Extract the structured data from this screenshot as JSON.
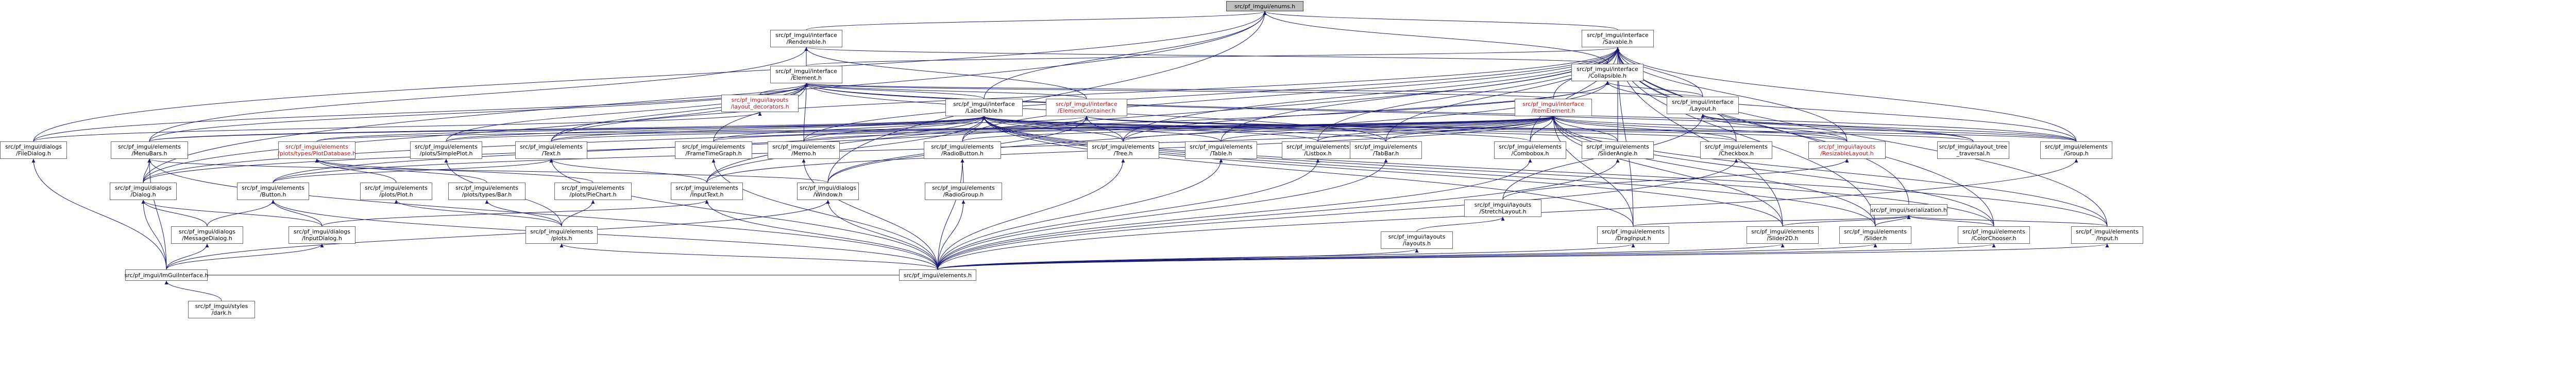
{
  "graph": {
    "root": "src/pf_imgui/enums.h",
    "edge_color": "#191970",
    "link_color": "#c0161f",
    "root_fill": "#bfbfbf",
    "nodes": [
      {
        "id": "enums",
        "label": "src/pf_imgui/enums.h",
        "root": true
      },
      {
        "id": "renderable",
        "label": "src/pf_imgui/interface\n/Renderable.h"
      },
      {
        "id": "savable",
        "label": "src/pf_imgui/interface\n/Savable.h"
      },
      {
        "id": "element",
        "label": "src/pf_imgui/interface\n/Element.h"
      },
      {
        "id": "collapsible",
        "label": "src/pf_imgui/interface\n/Collapsible.h"
      },
      {
        "id": "iface_layout",
        "label": "src/pf_imgui/interface\n/Layout.h"
      },
      {
        "id": "labeltable",
        "label": "src/pf_imgui/interface\n/LabelTable.h"
      },
      {
        "id": "layout_decorators",
        "label": "src/pf_imgui/layouts\n/layout_decorators.h",
        "link": true
      },
      {
        "id": "element_container",
        "label": "src/pf_imgui/interface\n/ElementContainer.h",
        "link": true
      },
      {
        "id": "item_element",
        "label": "src/pf_imgui/interface\n/ItemElement.h",
        "link": true
      },
      {
        "id": "filedialog",
        "label": "src/pf_imgui/dialogs\n/FileDialog.h"
      },
      {
        "id": "menubars",
        "label": "src/pf_imgui/elements\n/MenuBars.h"
      },
      {
        "id": "plotdatabase",
        "label": "src/pf_imgui/elements\n/plots/types/PlotDatabase.h",
        "link": true
      },
      {
        "id": "simpleplot",
        "label": "src/pf_imgui/elements\n/plots/SimplePlot.h"
      },
      {
        "id": "text",
        "label": "src/pf_imgui/elements\n/Text.h"
      },
      {
        "id": "frametime",
        "label": "src/pf_imgui/elements\n/FrameTimeGraph.h"
      },
      {
        "id": "memo",
        "label": "src/pf_imgui/elements\n/Memo.h"
      },
      {
        "id": "radiobutton",
        "label": "src/pf_imgui/elements\n/RadioButton.h"
      },
      {
        "id": "tree",
        "label": "src/pf_imgui/elements\n/Tree.h"
      },
      {
        "id": "table",
        "label": "src/pf_imgui/elements\n/Table.h"
      },
      {
        "id": "listbox",
        "label": "src/pf_imgui/elements\n/Listbox.h"
      },
      {
        "id": "tabbar",
        "label": "src/pf_imgui/elements\n/TabBar.h"
      },
      {
        "id": "combobox",
        "label": "src/pf_imgui/elements\n/Combobox.h"
      },
      {
        "id": "sliderangle",
        "label": "src/pf_imgui/elements\n/SliderAngle.h"
      },
      {
        "id": "checkbox",
        "label": "src/pf_imgui/elements\n/Checkbox.h"
      },
      {
        "id": "resizable_layout",
        "label": "src/pf_imgui/layouts\n/ResizableLayout.h",
        "link": true
      },
      {
        "id": "layout_tree",
        "label": "src/pf_imgui/layout_tree\n_traversal.h"
      },
      {
        "id": "group",
        "label": "src/pf_imgui/elements\n/Group.h"
      },
      {
        "id": "dialog",
        "label": "src/pf_imgui/dialogs\n/Dialog.h"
      },
      {
        "id": "button",
        "label": "src/pf_imgui/elements\n/Button.h"
      },
      {
        "id": "plotplot",
        "label": "src/pf_imgui/elements\n/plots/Plot.h"
      },
      {
        "id": "plottypesbar",
        "label": "src/pf_imgui/elements\n/plots/types/Bar.h"
      },
      {
        "id": "piechart",
        "label": "src/pf_imgui/elements\n/plots/PieChart.h"
      },
      {
        "id": "inputtext",
        "label": "src/pf_imgui/elements\n/InputText.h"
      },
      {
        "id": "window",
        "label": "src/pf_imgui/dialogs\n/Window.h"
      },
      {
        "id": "radiogroup",
        "label": "src/pf_imgui/elements\n/RadioGroup.h"
      },
      {
        "id": "stretchlayout",
        "label": "src/pf_imgui/layouts\n/StretchLayout.h"
      },
      {
        "id": "serialization",
        "label": "src/pf_imgui/serialization.h"
      },
      {
        "id": "messagedialog",
        "label": "src/pf_imgui/dialogs\n/MessageDialog.h"
      },
      {
        "id": "inputdialog",
        "label": "src/pf_imgui/dialogs\n/InputDialog.h"
      },
      {
        "id": "plots",
        "label": "src/pf_imgui/elements\n/plots.h"
      },
      {
        "id": "layouts_h",
        "label": "src/pf_imgui/layouts\n/layouts.h"
      },
      {
        "id": "dragginput",
        "label": "src/pf_imgui/elements\n/DragInput.h"
      },
      {
        "id": "slider2d",
        "label": "src/pf_imgui/elements\n/Slider2D.h"
      },
      {
        "id": "slider",
        "label": "src/pf_imgui/elements\n/Slider.h"
      },
      {
        "id": "colorchooser",
        "label": "src/pf_imgui/elements\n/ColorChooser.h"
      },
      {
        "id": "input",
        "label": "src/pf_imgui/elements\n/Input.h"
      },
      {
        "id": "imguiinterface",
        "label": "src/pf_imgui/ImGuiInterface.h"
      },
      {
        "id": "elements_h",
        "label": "src/pf_imgui/elements.h"
      },
      {
        "id": "styles_dark",
        "label": "src/pf_imgui/styles\n/dark.h"
      }
    ],
    "edges": [
      [
        "renderable",
        "enums"
      ],
      [
        "savable",
        "enums"
      ],
      [
        "labeltable",
        "enums"
      ],
      [
        "collapsible",
        "enums"
      ],
      [
        "window",
        "enums"
      ],
      [
        "filedialog",
        "enums"
      ],
      [
        "dialog",
        "enums"
      ],
      [
        "element",
        "renderable"
      ],
      [
        "collapsible",
        "renderable"
      ],
      [
        "menubars",
        "renderable"
      ],
      [
        "element_container",
        "renderable"
      ],
      [
        "element",
        "savable"
      ],
      [
        "collapsible",
        "savable"
      ],
      [
        "iface_layout",
        "savable"
      ],
      [
        "item_element",
        "savable"
      ],
      [
        "tabbar",
        "savable"
      ],
      [
        "combobox",
        "savable"
      ],
      [
        "sliderangle",
        "savable"
      ],
      [
        "checkbox",
        "savable"
      ],
      [
        "group",
        "savable"
      ],
      [
        "resizable_layout",
        "savable"
      ],
      [
        "serialization",
        "savable"
      ],
      [
        "dragginput",
        "savable"
      ],
      [
        "slider2d",
        "savable"
      ],
      [
        "slider",
        "savable"
      ],
      [
        "colorchooser",
        "savable"
      ],
      [
        "input",
        "savable"
      ],
      [
        "inputtext",
        "savable"
      ],
      [
        "memo",
        "savable"
      ],
      [
        "listbox",
        "savable"
      ],
      [
        "table",
        "savable"
      ],
      [
        "tree",
        "savable"
      ],
      [
        "radiobutton",
        "savable"
      ],
      [
        "text",
        "savable"
      ],
      [
        "labeltable",
        "element"
      ],
      [
        "layout_decorators",
        "element"
      ],
      [
        "element_container",
        "element"
      ],
      [
        "item_element",
        "element"
      ],
      [
        "filedialog",
        "element"
      ],
      [
        "menubars",
        "element"
      ],
      [
        "simpleplot",
        "element"
      ],
      [
        "text",
        "element"
      ],
      [
        "frametime",
        "element"
      ],
      [
        "memo",
        "element"
      ],
      [
        "dialog",
        "element"
      ],
      [
        "tabbar",
        "element"
      ],
      [
        "group",
        "element"
      ],
      [
        "iface_layout",
        "element"
      ],
      [
        "layout_tree",
        "element"
      ],
      [
        "iface_layout",
        "collapsible"
      ],
      [
        "group",
        "collapsible"
      ],
      [
        "tree",
        "collapsible"
      ],
      [
        "dialog",
        "collapsible"
      ],
      [
        "window",
        "collapsible"
      ],
      [
        "resizable_layout",
        "iface_layout"
      ],
      [
        "layout_tree",
        "iface_layout"
      ],
      [
        "stretchlayout",
        "iface_layout"
      ],
      [
        "group",
        "iface_layout"
      ],
      [
        "frametime",
        "labeltable"
      ],
      [
        "memo",
        "labeltable"
      ],
      [
        "radiobutton",
        "labeltable"
      ],
      [
        "tree",
        "labeltable"
      ],
      [
        "table",
        "labeltable"
      ],
      [
        "listbox",
        "labeltable"
      ],
      [
        "tabbar",
        "labeltable"
      ],
      [
        "combobox",
        "labeltable"
      ],
      [
        "sliderangle",
        "labeltable"
      ],
      [
        "checkbox",
        "labeltable"
      ],
      [
        "plotdatabase",
        "labeltable"
      ],
      [
        "simpleplot",
        "labeltable"
      ],
      [
        "text",
        "labeltable"
      ],
      [
        "inputtext",
        "labeltable"
      ],
      [
        "button",
        "labeltable"
      ],
      [
        "menubars",
        "labeltable"
      ],
      [
        "dragginput",
        "labeltable"
      ],
      [
        "slider",
        "labeltable"
      ],
      [
        "slider2d",
        "labeltable"
      ],
      [
        "colorchooser",
        "labeltable"
      ],
      [
        "input",
        "labeltable"
      ],
      [
        "window",
        "element_container"
      ],
      [
        "dialog",
        "element_container"
      ],
      [
        "tree",
        "element_container"
      ],
      [
        "group",
        "element_container"
      ],
      [
        "resizable_layout",
        "element_container"
      ],
      [
        "layout_tree",
        "element_container"
      ],
      [
        "menubars",
        "element_container"
      ],
      [
        "text",
        "item_element"
      ],
      [
        "button",
        "item_element"
      ],
      [
        "checkbox",
        "item_element"
      ],
      [
        "combobox",
        "item_element"
      ],
      [
        "sliderangle",
        "item_element"
      ],
      [
        "tabbar",
        "item_element"
      ],
      [
        "listbox",
        "item_element"
      ],
      [
        "table",
        "item_element"
      ],
      [
        "tree",
        "item_element"
      ],
      [
        "radiobutton",
        "item_element"
      ],
      [
        "memo",
        "item_element"
      ],
      [
        "frametime",
        "item_element"
      ],
      [
        "inputtext",
        "item_element"
      ],
      [
        "dragginput",
        "item_element"
      ],
      [
        "slider",
        "item_element"
      ],
      [
        "slider2d",
        "item_element"
      ],
      [
        "colorchooser",
        "item_element"
      ],
      [
        "input",
        "item_element"
      ],
      [
        "resizable_layout",
        "item_element"
      ],
      [
        "group",
        "item_element"
      ],
      [
        "plotdatabase",
        "item_element"
      ],
      [
        "simpleplot",
        "item_element"
      ],
      [
        "filedialog",
        "layout_decorators"
      ],
      [
        "plotplot",
        "plotdatabase"
      ],
      [
        "plottypesbar",
        "plotdatabase"
      ],
      [
        "piechart",
        "plotdatabase"
      ],
      [
        "plots",
        "simpleplot"
      ],
      [
        "plots",
        "plotplot"
      ],
      [
        "plots",
        "plottypesbar"
      ],
      [
        "plots",
        "piechart"
      ],
      [
        "elements_h",
        "plots"
      ],
      [
        "inputtext",
        "text"
      ],
      [
        "button",
        "text"
      ],
      [
        "inputdialog",
        "inputtext"
      ],
      [
        "inputdialog",
        "button"
      ],
      [
        "messagedialog",
        "button"
      ],
      [
        "messagedialog",
        "dialog"
      ],
      [
        "inputdialog",
        "dialog"
      ],
      [
        "imguiinterface",
        "dialog"
      ],
      [
        "imguiinterface",
        "filedialog"
      ],
      [
        "imguiinterface",
        "window"
      ],
      [
        "imguiinterface",
        "menubars"
      ],
      [
        "imguiinterface",
        "messagedialog"
      ],
      [
        "imguiinterface",
        "inputdialog"
      ],
      [
        "window",
        "menubars"
      ],
      [
        "dialog",
        "menubars"
      ],
      [
        "radiogroup",
        "radiobutton"
      ],
      [
        "stretchlayout",
        "resizable_layout"
      ],
      [
        "layouts_h",
        "stretchlayout"
      ],
      [
        "dragginput",
        "serialization"
      ],
      [
        "slider2d",
        "serialization"
      ],
      [
        "slider",
        "serialization"
      ],
      [
        "colorchooser",
        "serialization"
      ],
      [
        "input",
        "serialization"
      ],
      [
        "elements_h",
        "button"
      ],
      [
        "elements_h",
        "checkbox"
      ],
      [
        "elements_h",
        "colorchooser"
      ],
      [
        "elements_h",
        "combobox"
      ],
      [
        "elements_h",
        "dragginput"
      ],
      [
        "elements_h",
        "frametime"
      ],
      [
        "elements_h",
        "group"
      ],
      [
        "elements_h",
        "input"
      ],
      [
        "elements_h",
        "inputtext"
      ],
      [
        "elements_h",
        "listbox"
      ],
      [
        "elements_h",
        "memo"
      ],
      [
        "elements_h",
        "menubars"
      ],
      [
        "elements_h",
        "radiobutton"
      ],
      [
        "elements_h",
        "radiogroup"
      ],
      [
        "elements_h",
        "slider"
      ],
      [
        "elements_h",
        "slider2d"
      ],
      [
        "elements_h",
        "sliderangle"
      ],
      [
        "elements_h",
        "tabbar"
      ],
      [
        "elements_h",
        "table"
      ],
      [
        "elements_h",
        "text"
      ],
      [
        "elements_h",
        "tree"
      ],
      [
        "elements_h",
        "window"
      ],
      [
        "elements_h",
        "layouts_h"
      ],
      [
        "imguiinterface",
        "elements_h"
      ],
      [
        "styles_dark",
        "imguiinterface"
      ]
    ]
  }
}
